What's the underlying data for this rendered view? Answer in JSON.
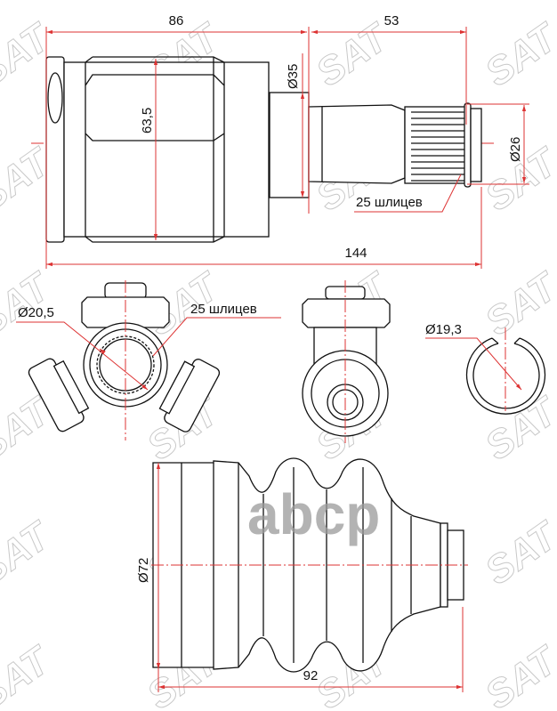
{
  "watermark": {
    "brand": "SAT",
    "center_text": "abcp"
  },
  "outer_joint": {
    "dim_housing_length": "86",
    "dim_shaft_length": "53",
    "dim_collar_diameter": "Ø35",
    "dim_housing_diameter": "63,5",
    "dim_spline_diameter": "Ø26",
    "spline_note": "25 шлицев",
    "dim_total_length": "144"
  },
  "tripod": {
    "dim_bore_diameter": "Ø20,5",
    "spline_note": "25 шлицев"
  },
  "circlip": {
    "dim_diameter": "Ø19,3"
  },
  "boot": {
    "dim_diameter": "Ø72",
    "dim_length": "92"
  },
  "colors": {
    "dimension": "#dd3333",
    "outline": "#111111"
  }
}
